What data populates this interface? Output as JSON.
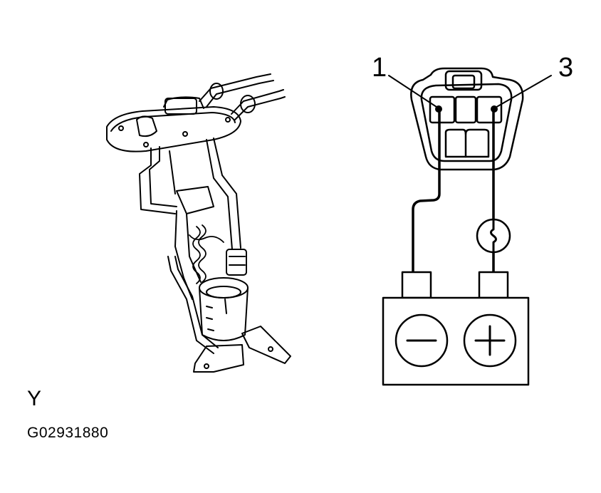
{
  "connector": {
    "pin_left_label": "1",
    "pin_right_label": "3"
  },
  "battery": {
    "negative_symbol": "negative-terminal-icon",
    "positive_symbol": "positive-terminal-icon"
  },
  "view_letter": "Y",
  "figure_code": "G02931880",
  "colors": {
    "line": "#000000",
    "background": "#ffffff"
  }
}
